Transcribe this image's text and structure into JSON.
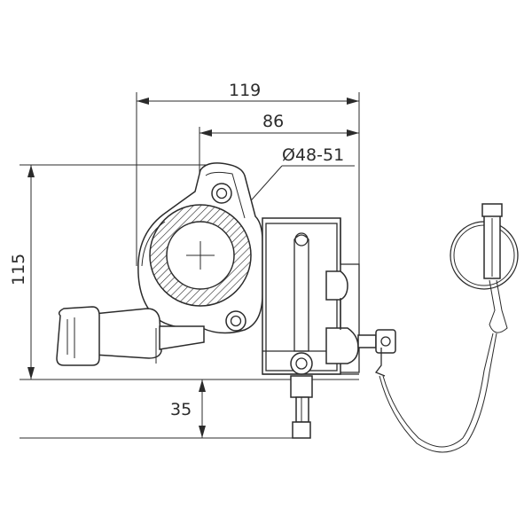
{
  "dimensions": {
    "overall_width": "119",
    "inner_width": "86",
    "tube_diameter": "Ø48-51",
    "overall_height": "115",
    "pin_height": "35"
  },
  "colors": {
    "line": "#2b2b2b",
    "background": "#ffffff",
    "hatch": "#2b2b2b"
  }
}
